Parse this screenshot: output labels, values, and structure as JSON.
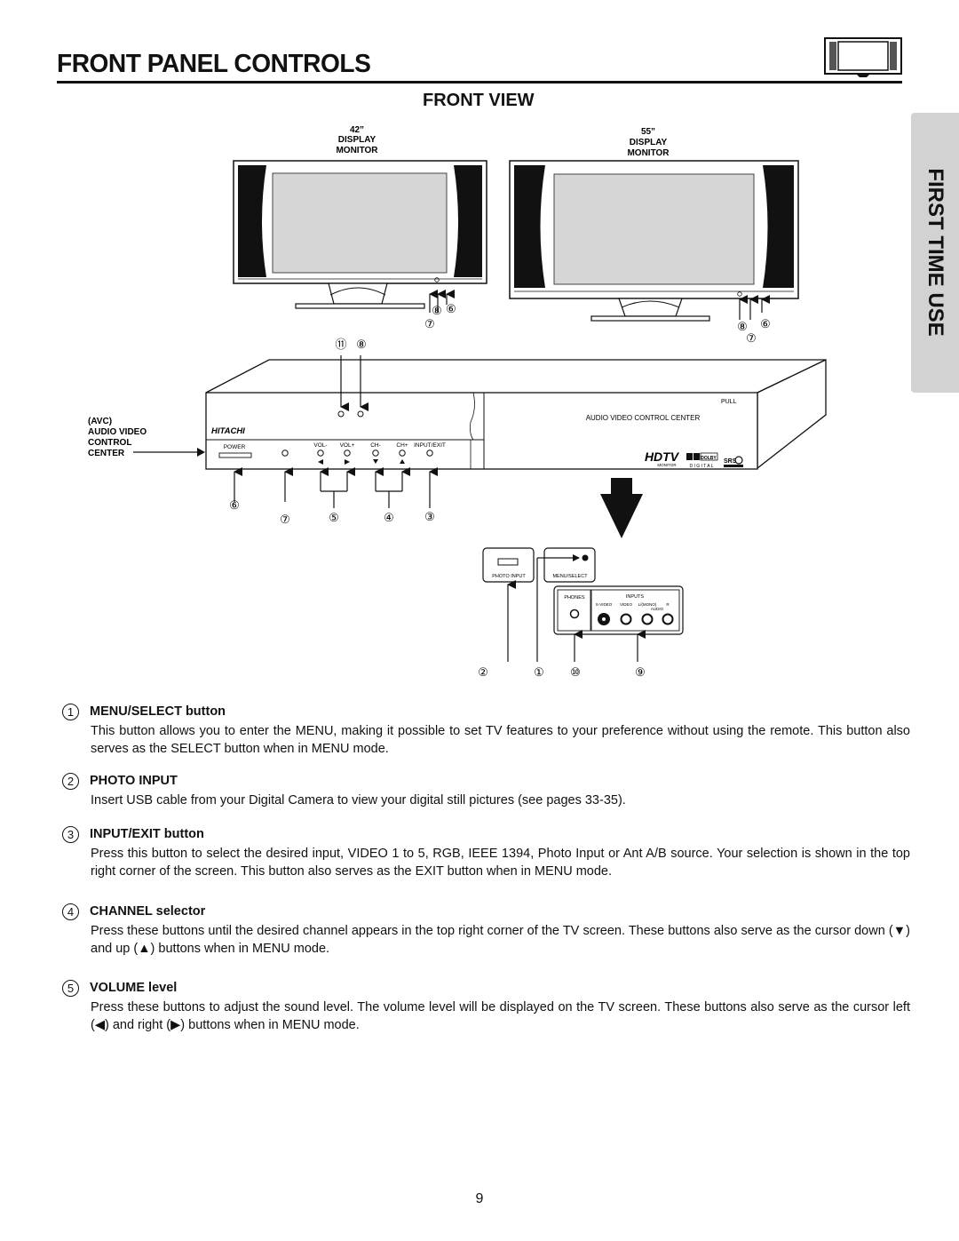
{
  "page": {
    "title": "FRONT PANEL CONTROLS",
    "section_heading": "FRONT VIEW",
    "side_tab": "FIRST TIME USE",
    "page_number": "9"
  },
  "diagram": {
    "monitor_42": {
      "size": "42”",
      "line1": "DISPLAY",
      "line2": "MONITOR"
    },
    "monitor_55": {
      "size": "55”",
      "line1": "DISPLAY",
      "line2": "MONITOR"
    },
    "monitor_42_callouts": [
      "⑧",
      "⑥",
      "⑦"
    ],
    "monitor_55_callouts": [
      "⑧",
      "⑥",
      "⑦"
    ],
    "center_callouts": [
      "⑪",
      "⑧"
    ],
    "avc_label": [
      "(AVC)",
      "AUDIO VIDEO",
      "CONTROL",
      "CENTER"
    ],
    "brand": "HITACHI",
    "pull_label": "PULL",
    "avc_center_label": "AUDIO VIDEO CONTROL CENTER",
    "panel_labels": [
      "POWER",
      "VOL-",
      "VOL+",
      "CH-",
      "CH+",
      "INPUT/EXIT"
    ],
    "bottom_callouts": [
      "⑥",
      "⑦",
      "⑤",
      "④",
      "③"
    ],
    "logos": {
      "hdtv": "HDTV",
      "monitor": "MONITOR",
      "dolby": "DOLBY",
      "digital": "D I G I T A L",
      "srs": "SRS"
    },
    "detail_labels": [
      "PHOTO INPUT",
      "MENU/SELECT",
      "PHONES",
      "INPUTS",
      "S-VIDEO",
      "VIDEO",
      "L/(MONO)",
      "R",
      "AUDIO"
    ],
    "detail_callouts": [
      "②",
      "①",
      "⑩",
      "⑨"
    ]
  },
  "items": [
    {
      "num": "1",
      "title": "MENU/SELECT button",
      "body": "This button allows you to enter the MENU, making it possible to set TV features to your preference without using the remote.  This button also serves as the SELECT button when in MENU mode."
    },
    {
      "num": "2",
      "title": "PHOTO INPUT",
      "body": "Insert USB cable from your Digital Camera to view your digital still pictures (see pages 33-35)."
    },
    {
      "num": "3",
      "title": "INPUT/EXIT button",
      "body": "Press this button to select the desired input, VIDEO 1 to 5, RGB, IEEE 1394, Photo Input or Ant A/B source.  Your selection is shown in the top right corner of the screen.  This button also serves as the EXIT button when in MENU mode."
    },
    {
      "num": "4",
      "title": "CHANNEL selector",
      "body": "Press these buttons until the desired channel appears in the top right corner of the TV screen.  These buttons also serve as the cursor down (▼) and up (▲) buttons when in MENU mode."
    },
    {
      "num": "5",
      "title": "VOLUME level",
      "body": "Press these buttons to adjust the sound level.  The volume level will be displayed on the TV screen.  These buttons also serve as the cursor left (◀) and right (▶) buttons when in MENU mode."
    }
  ]
}
